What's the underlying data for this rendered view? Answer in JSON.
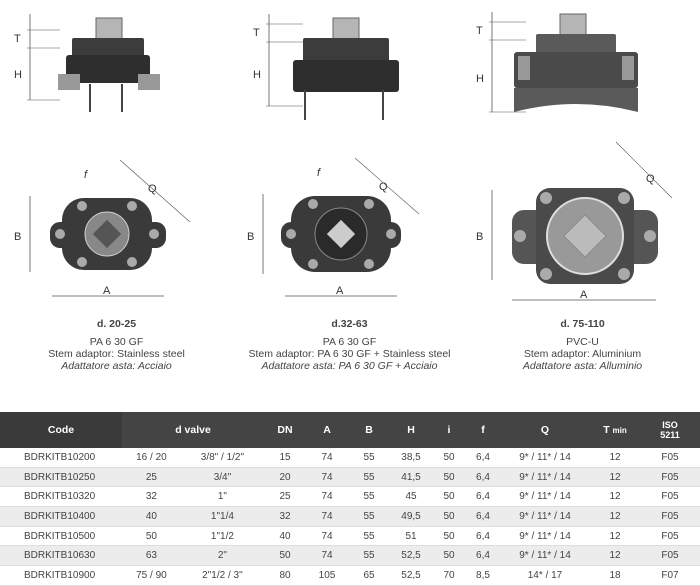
{
  "panels": [
    {
      "size": "d. 20-25",
      "material": "PA 6 30 GF",
      "stem": "Stem adaptor: Stainless steel",
      "stem_it": "Adattatore asta: Acciaio"
    },
    {
      "size": "d.32-63",
      "material": "PA 6 30 GF",
      "stem": "Stem adaptor: PA 6 30 GF + Stainless steel",
      "stem_it": "Adattatore asta: PA 6 30 GF + Acciaio"
    },
    {
      "size": "d. 75-110",
      "material": "PVC-U",
      "stem": "Stem adaptor: Aluminium",
      "stem_it": "Adattatore asta: Alluminio"
    }
  ],
  "dimension_labels": {
    "T": "T",
    "H": "H",
    "f": "f",
    "Q": "Q",
    "B": "B",
    "A": "A"
  },
  "table": {
    "headers": [
      "Code",
      "d valve",
      "DN",
      "A",
      "B",
      "H",
      "i",
      "f",
      "Q",
      "T min",
      "ISO 5211"
    ],
    "header_t": "T",
    "header_tmin_sub": "min",
    "header_iso_top": "ISO",
    "header_iso_bottom": "5211",
    "rows": [
      [
        "BDRKITB10200",
        "16 / 20",
        "3/8\" / 1/2\"",
        "15",
        "74",
        "55",
        "38,5",
        "50",
        "6,4",
        "9* / 11* / 14",
        "12",
        "F05"
      ],
      [
        "BDRKITB10250",
        "25",
        "3/4\"",
        "20",
        "74",
        "55",
        "41,5",
        "50",
        "6,4",
        "9* / 11* / 14",
        "12",
        "F05"
      ],
      [
        "BDRKITB10320",
        "32",
        "1\"",
        "25",
        "74",
        "55",
        "45",
        "50",
        "6,4",
        "9* / 11* / 14",
        "12",
        "F05"
      ],
      [
        "BDRKITB10400",
        "40",
        "1\"1/4",
        "32",
        "74",
        "55",
        "49,5",
        "50",
        "6,4",
        "9* / 11* / 14",
        "12",
        "F05"
      ],
      [
        "BDRKITB10500",
        "50",
        "1\"1/2",
        "40",
        "74",
        "55",
        "51",
        "50",
        "6,4",
        "9* / 11* / 14",
        "12",
        "F05"
      ],
      [
        "BDRKITB10630",
        "63",
        "2\"",
        "50",
        "74",
        "55",
        "52,5",
        "50",
        "6,4",
        "9* / 11* / 14",
        "12",
        "F05"
      ],
      [
        "BDRKITB10900",
        "75 / 90",
        "2\"1/2 / 3\"",
        "80",
        "105",
        "65",
        "52,5",
        "70",
        "8,5",
        "14* / 17",
        "18",
        "F07"
      ]
    ]
  }
}
